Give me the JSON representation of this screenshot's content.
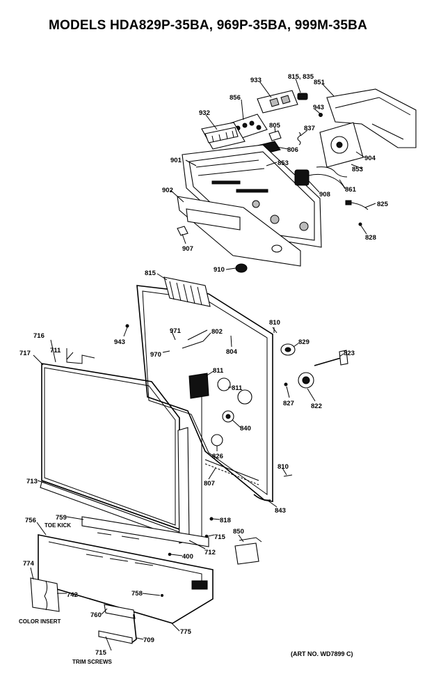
{
  "title": "MODELS HDA829P-35BA, 969P-35BA, 999M-35BA",
  "art_number": "(ART NO. WD7899 C)",
  "captions": {
    "toe_kick": "TOE KICK",
    "color_insert": "COLOR INSERT",
    "trim_screws": "TRIM SCREWS"
  },
  "part_labels": [
    "933",
    "815, 835",
    "851",
    "856",
    "943",
    "932",
    "805",
    "837",
    "806",
    "904",
    "901",
    "853",
    "853",
    "908",
    "861",
    "902",
    "825",
    "828",
    "907",
    "910",
    "815",
    "943",
    "971",
    "802",
    "804",
    "810",
    "829",
    "970",
    "823",
    "716",
    "717",
    "711",
    "811",
    "811",
    "827",
    "822",
    "840",
    "826",
    "713",
    "807",
    "810",
    "843",
    "759",
    "756",
    "818",
    "715",
    "712",
    "850",
    "400",
    "774",
    "742",
    "758",
    "760",
    "775",
    "709",
    "715"
  ]
}
